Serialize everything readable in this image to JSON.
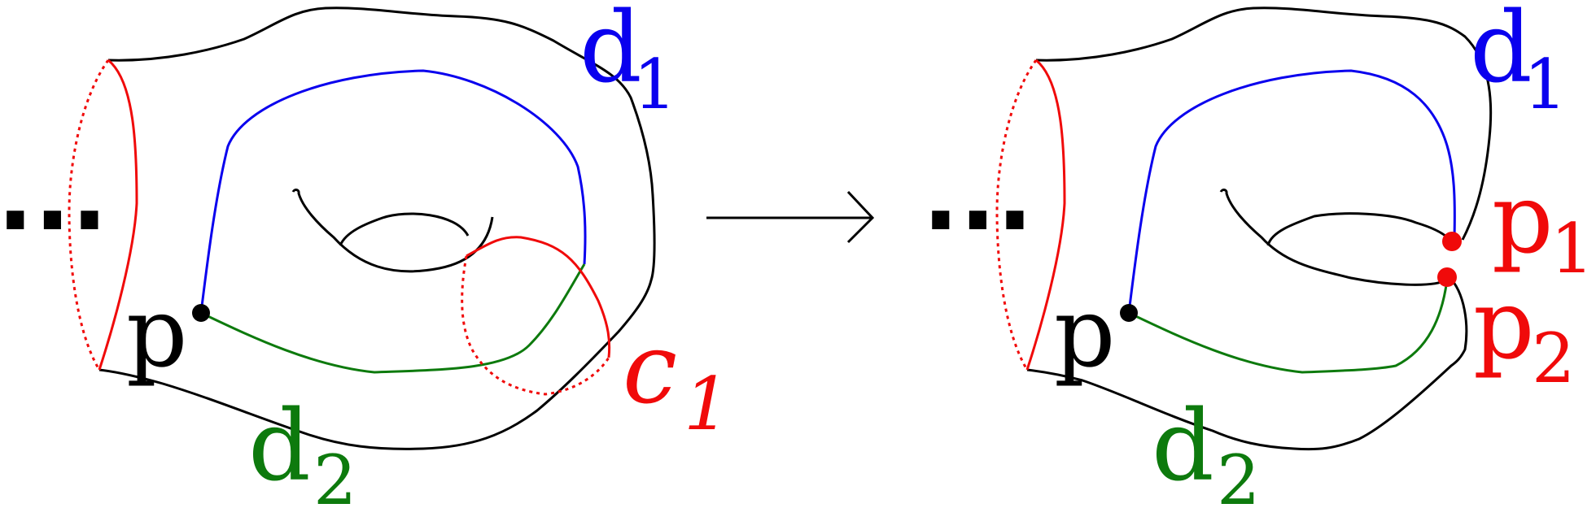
{
  "labels": {
    "left": {
      "ellipsis": "...",
      "d1_main": "d",
      "d1_sub": "1",
      "p": "p",
      "d2_main": "d",
      "d2_sub": "2",
      "c1_main": "c",
      "c1_sub": "1"
    },
    "right": {
      "ellipsis": "...",
      "d1_main": "d",
      "d1_sub": "1",
      "p": "p",
      "d2_main": "d",
      "d2_sub": "2",
      "p1_main": "p",
      "p1_sub": "1",
      "p2_main": "p",
      "p2_sub": "2"
    }
  },
  "colors": {
    "outline": "#000000",
    "curve_d1": "#0a00ee",
    "curve_d2": "#0d7a0d",
    "curve_c1": "#f00a0a",
    "cut_points": "#f00a0a"
  }
}
